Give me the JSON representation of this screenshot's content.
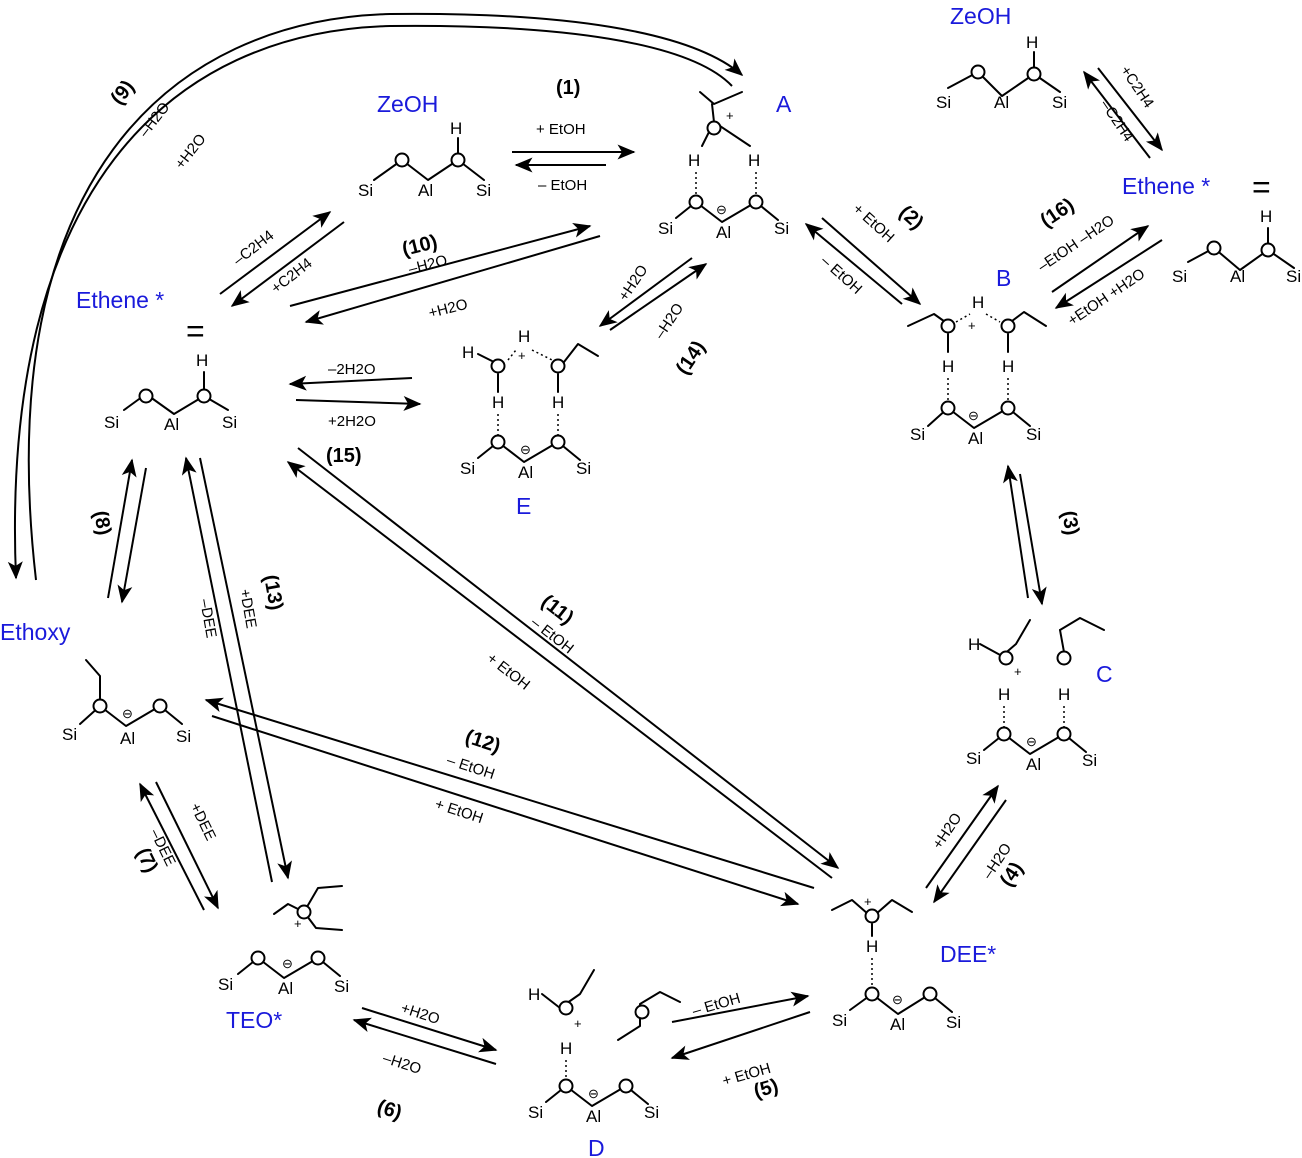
{
  "labels": {
    "zeoh_top": "ZeOH",
    "zeoh_center": "ZeOH",
    "A": "A",
    "B": "B",
    "C": "C",
    "D": "D",
    "E": "E",
    "dee": "DEE*",
    "teo": "TEO*",
    "ethene_left": "Ethene *",
    "ethene_right": "Ethene *",
    "ethoxy": "Ethoxy"
  },
  "steps": {
    "s1": "(1)",
    "s2": "(2)",
    "s3": "(3)",
    "s4": "(4)",
    "s5": "(5)",
    "s6": "(6)",
    "s7": "(7)",
    "s8": "(8)",
    "s9": "(9)",
    "s10": "(10)",
    "s11": "(11)",
    "s12": "(12)",
    "s13": "(13)",
    "s14": "(14)",
    "s15": "(15)",
    "s16": "(16)"
  },
  "reagents": {
    "r1_fwd": "+ EtOH",
    "r1_rev": "– EtOH",
    "r2_fwd": "+ EtOH",
    "r2_rev": "– EtOH",
    "r4_fwd": "+H2O",
    "r4_rev": "–H2O",
    "r5_fwd": "– EtOH",
    "r5_rev": "+ EtOH",
    "r6_fwd": "+H2O",
    "r6_rev": "–H2O",
    "r7_fwd": "+DEE",
    "r7_rev": "–DEE",
    "r9_fwd": "–H2O",
    "r9_rev": "+H2O",
    "r10_fwd": "–H2O",
    "r10_rev": "+H2O",
    "r11_fwd": "– EtOH",
    "r11_rev": "+ EtOH",
    "r12_fwd": "– EtOH",
    "r12_rev": "+ EtOH",
    "r13_fwd": "+DEE",
    "r13_rev": "–DEE",
    "r14_fwd": "+H2O",
    "r14_rev": "–H2O",
    "r15_fwd": "–2H2O",
    "r15_rev": "+2H2O",
    "r16_fwd": "–EtOH –H2O",
    "r16_rev": "+EtOH +H2O",
    "r_c2h4_fwd": "–C2H4",
    "r_c2h4_rev": "+C2H4",
    "r_c2h4_top_fwd": "+C2H4",
    "r_c2h4_top_rev": "–C2H4"
  },
  "atoms": {
    "si": "Si",
    "al": "Al",
    "o": "O",
    "h": "H"
  },
  "colors": {
    "species_label": "#1a1adb",
    "ink": "#000000"
  }
}
